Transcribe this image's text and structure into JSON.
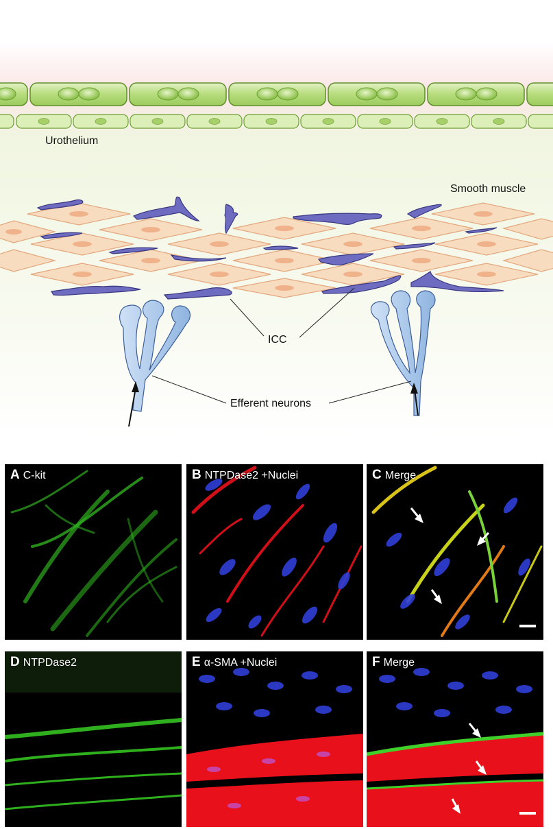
{
  "diagram": {
    "labels": {
      "urothelium": "Urothelium",
      "smooth_muscle": "Smooth muscle",
      "icc": "ICC",
      "efferent_neurons": "Efferent neurons"
    }
  },
  "panels": [
    {
      "letter": "A",
      "caption": "C-kit"
    },
    {
      "letter": "B",
      "caption": "NTPDase2 +Nuclei"
    },
    {
      "letter": "C",
      "caption": "Merge"
    },
    {
      "letter": "D",
      "caption": "NTPDase2"
    },
    {
      "letter": "E",
      "caption": "α-SMA +Nuclei"
    },
    {
      "letter": "F",
      "caption": "Merge"
    }
  ],
  "colors": {
    "urothelium_cell": "#bfe08a",
    "urothelium_nucleus": "#8cc24a",
    "smooth_muscle_cell": "#f8dcc0",
    "smooth_muscle_nucleus": "#f0b28a",
    "icc": "#6e6cc0",
    "neuron": "#9cc0e8",
    "stain_green": "#3fd12a",
    "stain_red": "#e8111b",
    "stain_blue": "#2f3fd8"
  }
}
